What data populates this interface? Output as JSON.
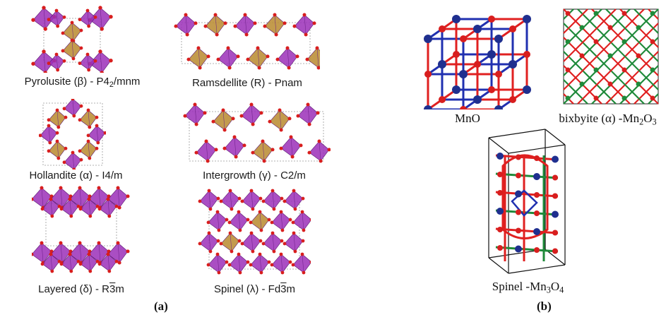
{
  "panel_a": {
    "id": "(a)",
    "structures": [
      {
        "prefix": "Pyrolusite (β) - P4",
        "sub": "2",
        "suffix": "/mnm"
      },
      {
        "prefix": "Ramsdellite (R) - Pnam"
      },
      {
        "prefix": "Hollandite (α) - I4/m"
      },
      {
        "prefix": "Intergrowth (γ) - C2/m"
      },
      {
        "prefix": "Layered (δ) - R",
        "bar": "3",
        "suffix": "m"
      },
      {
        "prefix": "Spinel (λ) - Fd",
        "bar": "3",
        "suffix": "m"
      }
    ]
  },
  "panel_b": {
    "id": "(b)",
    "mno": {
      "text": "MnO"
    },
    "bixbyite": {
      "prefix": "bixbyite (α) -Mn",
      "sub1": "2",
      "mid": "O",
      "sub2": "3"
    },
    "spinel": {
      "prefix": "Spinel -Mn",
      "sub1": "3",
      "mid": "O",
      "sub2": "4"
    }
  },
  "colors": {
    "mn_octahedron": "#9b2fb8",
    "mn_tetrahedron": "#b8892e",
    "oxygen": "#d81e1e",
    "mn_sphere": "#1f2f8f",
    "bond_green": "#1f8a3a",
    "bond_red": "#e02020",
    "bond_blue": "#2030b0"
  },
  "icons": [
    "octahedron-icon",
    "oxygen-atom-icon",
    "manganese-atom-icon"
  ]
}
